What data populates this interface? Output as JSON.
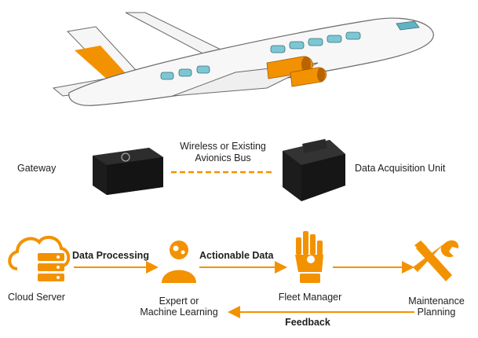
{
  "hardware": {
    "gateway_label": "Gateway",
    "link_label_line1": "Wireless or Existing",
    "link_label_line2": "Avionics Bus",
    "dau_label": "Data Acquisition Unit"
  },
  "flow": {
    "cloud_label": "Cloud Server",
    "processing_label": "Data Processing",
    "expert_line1": "Expert or",
    "expert_line2": "Machine Learning",
    "actionable_label": "Actionable Data",
    "fleet_label": "Fleet Manager",
    "maintenance_line1": "Maintenance",
    "maintenance_line2": "Planning",
    "feedback_label": "Feedback"
  },
  "colors": {
    "accent": "#f39200",
    "dark_device": "#1c1c1c"
  },
  "icons": [
    "airplane-illustration",
    "gateway-device-icon",
    "data-acquisition-unit-icon",
    "cloud-server-icon",
    "expert-gear-icon",
    "fleet-manager-hand-icon",
    "maintenance-tools-icon"
  ]
}
